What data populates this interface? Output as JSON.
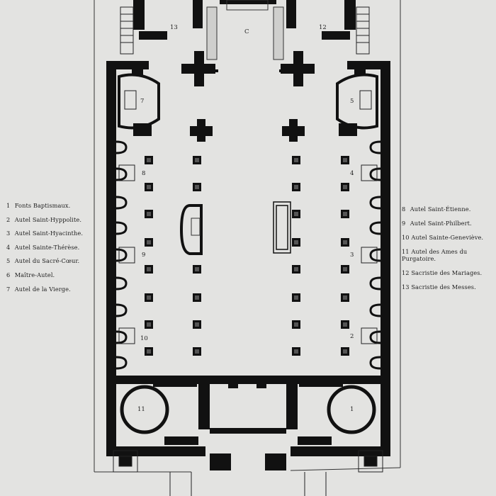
{
  "legend_left": [
    {
      "num": "1",
      "text": "Fonts Baptismaux."
    },
    {
      "num": "2",
      "text": "Autel Saint-Hyppolite."
    },
    {
      "num": "3",
      "text": "Autel Saint-Hyacinthe."
    },
    {
      "num": "4",
      "text": "Autel Sainte-Thérèse."
    },
    {
      "num": "5",
      "text": "Autel du Sacré-Cœur."
    },
    {
      "num": "6",
      "text": "Maître-Autel."
    },
    {
      "num": "7",
      "text": "Autel de la Vierge."
    }
  ],
  "legend_right": [
    {
      "num": "8",
      "text": "Autel Saint-Étienne."
    },
    {
      "num": "9",
      "text": "Autel Saint-Philbert."
    },
    {
      "num": "10",
      "text": "Autel Sainte-Geneviève."
    },
    {
      "num": "11",
      "text": "Autel des Ames du Purgatoire."
    },
    {
      "num": "12",
      "text": "Sacristie des Mariages."
    },
    {
      "num": "13",
      "text": "Sacristie des Messes."
    }
  ],
  "plan_labels": {
    "n13": "13",
    "c": "C",
    "n12": "12",
    "n7": "7",
    "n5": "5",
    "n8": "8",
    "n4": "4",
    "n9": "9",
    "n3": "3",
    "n10": "10",
    "n2": "2",
    "n11": "11",
    "n1": "1"
  },
  "colors": {
    "paper": "#e3e3e1",
    "ink": "#111111"
  }
}
